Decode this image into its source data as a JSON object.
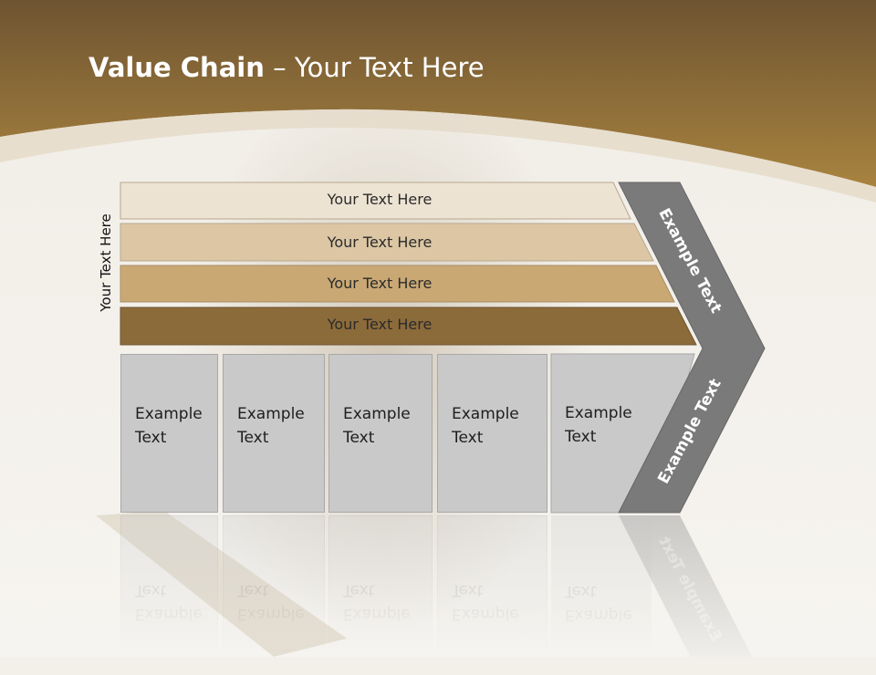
{
  "slide": {
    "title_bold": "Value Chain",
    "title_rest": " – Your Text Here",
    "side_label": "Your Text Here"
  },
  "bars": [
    {
      "label": "Your Text Here",
      "color": "#ede3d3"
    },
    {
      "label": "Your Text Here",
      "color": "#dcc6a4"
    },
    {
      "label": "Your Text Here",
      "color": "#c9a874"
    },
    {
      "label": "Your Text Here",
      "color": "#8c6b3a"
    }
  ],
  "boxes": [
    {
      "line1": "Example",
      "line2": "Text"
    },
    {
      "line1": "Example",
      "line2": "Text"
    },
    {
      "line1": "Example",
      "line2": "Text"
    },
    {
      "line1": "Example",
      "line2": "Text"
    },
    {
      "line1": "Example",
      "line2": "Text"
    }
  ],
  "chevron": {
    "upper_text": "Example Text",
    "lower_text": "Example Text",
    "color": "#7a7a7a"
  },
  "colors": {
    "header_top": "#6e5431",
    "header_bottom": "#a8833f",
    "background": "#f3f0ea"
  }
}
